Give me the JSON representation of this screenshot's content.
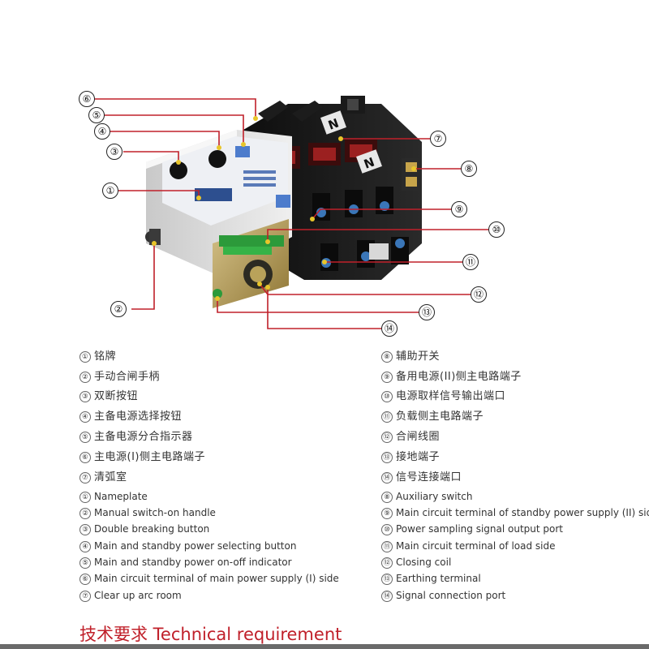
{
  "callouts": [
    "⑥",
    "⑤",
    "④",
    "③",
    "①",
    "②",
    "⑦",
    "⑧",
    "⑨",
    "⑩",
    "⑪",
    "⑫",
    "⑬",
    "⑭"
  ],
  "device": {
    "neutral_mark": "N",
    "panel_label": "",
    "colors": {
      "callout_line": "#c0202a",
      "body": "#d9d9d9",
      "black": "#151515",
      "brass": "#b59a52",
      "terminal": "#2c9a3a",
      "blue_screw": "#3a76b8"
    }
  },
  "legend_cn": {
    "left": [
      {
        "num": "①",
        "text": "铭牌"
      },
      {
        "num": "②",
        "text": "手动合闸手柄"
      },
      {
        "num": "③",
        "text": "双断按钮"
      },
      {
        "num": "④",
        "text": "主备电源选择按钮"
      },
      {
        "num": "⑤",
        "text": "主备电源分合指示器"
      },
      {
        "num": "⑥",
        "text": "主电源(I)侧主电路端子"
      },
      {
        "num": "⑦",
        "text": "清弧室"
      }
    ],
    "right": [
      {
        "num": "⑧",
        "text": "辅助开关"
      },
      {
        "num": "⑨",
        "text": "备用电源(II)侧主电路端子"
      },
      {
        "num": "⑩",
        "text": "电源取样信号输出端口"
      },
      {
        "num": "⑪",
        "text": "负载侧主电路端子"
      },
      {
        "num": "⑫",
        "text": "合闸线圈"
      },
      {
        "num": "⑬",
        "text": "接地端子"
      },
      {
        "num": "⑭",
        "text": "信号连接端口"
      }
    ]
  },
  "legend_en": {
    "left": [
      {
        "num": "①",
        "text": "Nameplate"
      },
      {
        "num": "②",
        "text": "Manual switch-on handle"
      },
      {
        "num": "③",
        "text": "Double breaking button"
      },
      {
        "num": "④",
        "text": "Main and standby power selecting button"
      },
      {
        "num": "⑤",
        "text": "Main and standby power on-off indicator"
      },
      {
        "num": "⑥",
        "text": "Main circuit terminal of main power supply (I) side"
      },
      {
        "num": "⑦",
        "text": "Clear up arc room"
      }
    ],
    "right": [
      {
        "num": "⑧",
        "text": "Auxiliary switch"
      },
      {
        "num": "⑨",
        "text": "Main circuit terminal of standby power supply (II) side"
      },
      {
        "num": "⑩",
        "text": "Power sampling signal output port"
      },
      {
        "num": "⑪",
        "text": "Main circuit terminal of load side"
      },
      {
        "num": "⑫",
        "text": "Closing coil"
      },
      {
        "num": "⑬",
        "text": "Earthing terminal"
      },
      {
        "num": "⑭",
        "text": "Signal connection port"
      }
    ]
  },
  "section_title": "技术要求 Technical requirement"
}
